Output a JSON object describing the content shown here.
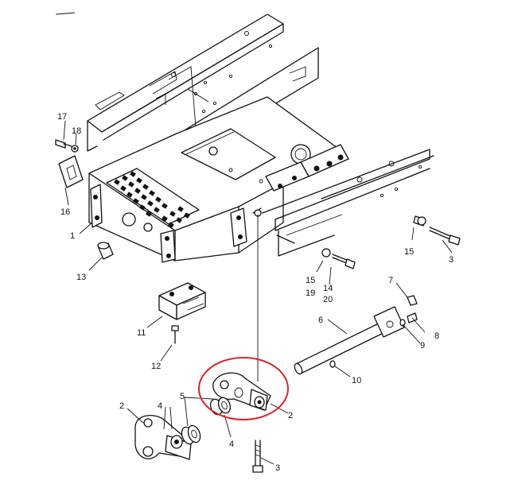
{
  "diagram": {
    "callouts": {
      "c1": "1",
      "c2a": "2",
      "c2b": "2",
      "c3a": "3",
      "c3b": "3",
      "c4a": "4",
      "c4b": "4",
      "c5": "5",
      "c6": "6",
      "c7": "7",
      "c8": "8",
      "c9": "9",
      "c10": "10",
      "c11": "11",
      "c12": "12",
      "c13": "13",
      "c14": "14",
      "c15a": "15",
      "c15b": "15",
      "c16": "16",
      "c17": "17",
      "c18": "18",
      "c19": "19",
      "c20": "20"
    },
    "highlight_color": "#d6262b",
    "line_color": "#111111"
  }
}
